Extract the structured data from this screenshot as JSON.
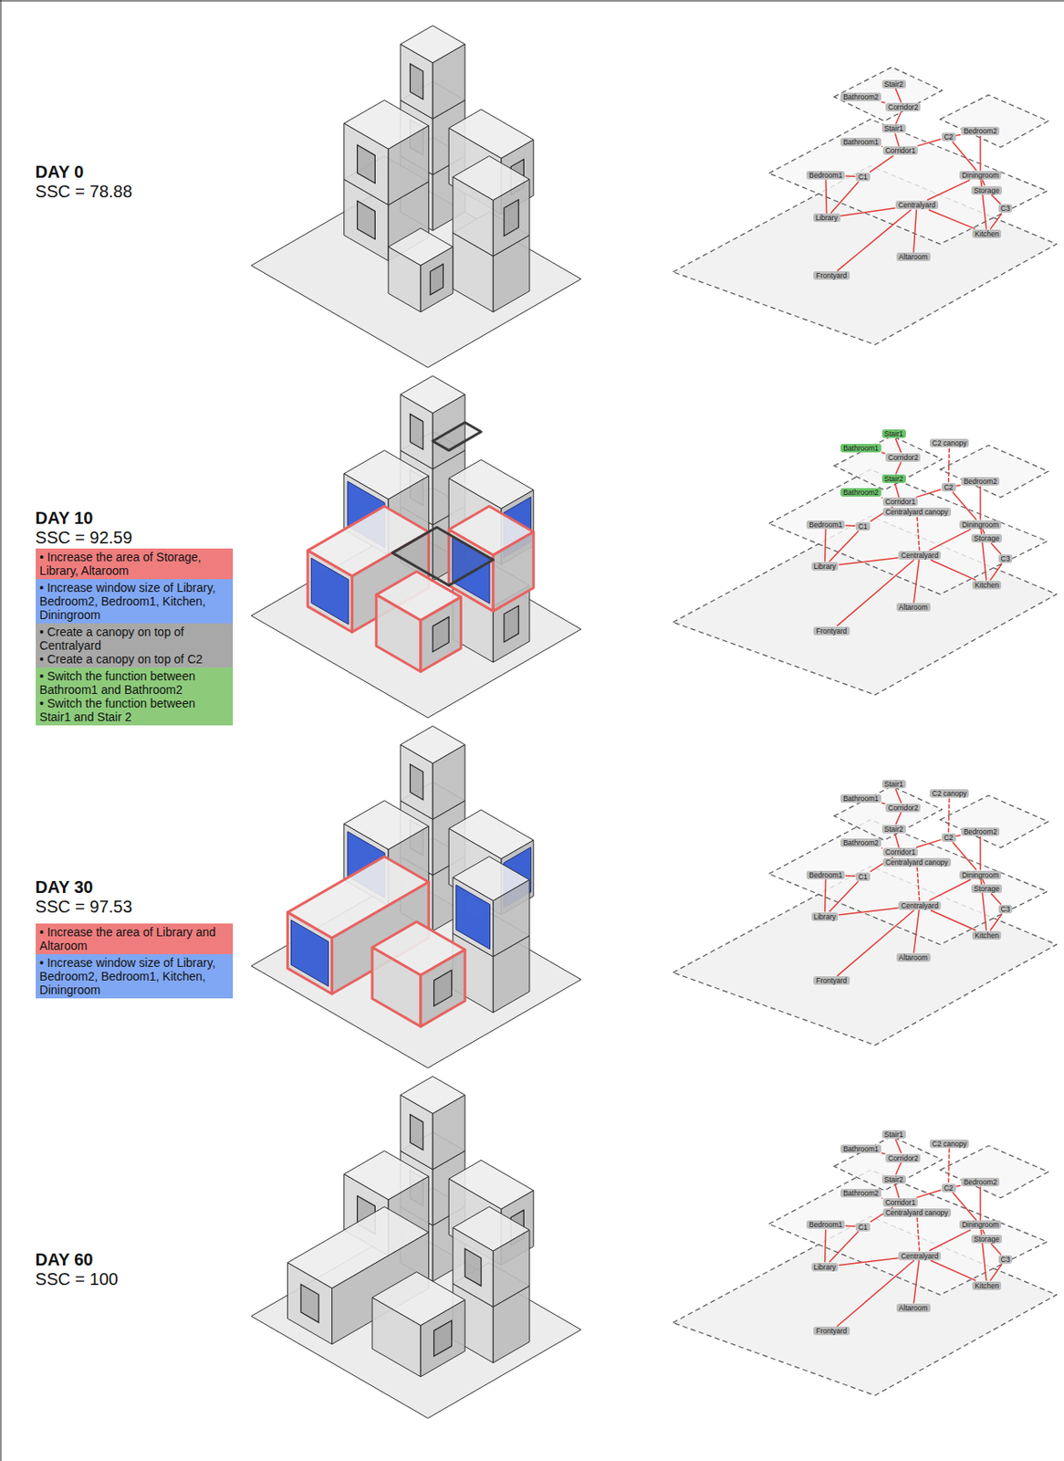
{
  "diagram": {
    "nodes": [
      {
        "text": [
          "Stair2"
        ]
      },
      {
        "text": [
          "Bathroom2"
        ]
      },
      {
        "text": [
          "Corridor2"
        ]
      },
      {
        "text": [
          "Stair1"
        ]
      },
      {
        "text": [
          "Bathroom1"
        ]
      },
      {
        "text": [
          "Corridor1"
        ]
      },
      {
        "text": [
          "C2"
        ]
      },
      {
        "text": [
          "Bedroom2"
        ]
      },
      {
        "text": [
          "Bedroom1"
        ]
      },
      {
        "text": [
          "C1"
        ]
      },
      {
        "text": [
          "Diningroom"
        ]
      },
      {
        "text": [
          "Storage"
        ]
      },
      {
        "text": [
          "C3"
        ]
      },
      {
        "text": [
          "Centralyard"
        ]
      },
      {
        "text": [
          "Library"
        ]
      },
      {
        "text": [
          "Kitchen"
        ]
      },
      {
        "text": [
          "Altaroom"
        ]
      },
      {
        "text": [
          "Frontyard"
        ]
      },
      {
        "text": [
          "• Increase the area of Storage, Library, Altaroom"
        ]
      },
      {
        "text": [
          "• Increase window size of Library, Bedroom2, Bedroom1, Kitchen, Diningroom"
        ]
      },
      {
        "text": [
          "• Create a canopy on top of Centralyard",
          "• Create a canopy on top of C2"
        ]
      },
      {
        "text": [
          "• Switch the function between Bathroom1 and Bathroom2",
          "• Switch the function between Stair1 and Stair 2"
        ]
      },
      {
        "text": [
          "Stair1"
        ]
      },
      {
        "text": [
          "Bathroom1"
        ]
      },
      {
        "text": [
          "Corridor2"
        ]
      },
      {
        "text": [
          "C2 canopy"
        ]
      },
      {
        "text": [
          "Stair2"
        ]
      },
      {
        "text": [
          "Bathroom2"
        ]
      },
      {
        "text": [
          "C2"
        ]
      },
      {
        "text": [
          "Bedroom2"
        ]
      },
      {
        "text": [
          "Corridor1"
        ]
      },
      {
        "text": [
          "Centralyard canopy"
        ]
      },
      {
        "text": [
          "Bedroom1"
        ]
      },
      {
        "text": [
          "C1"
        ]
      },
      {
        "text": [
          "Diningroom"
        ]
      },
      {
        "text": [
          "Storage"
        ]
      },
      {
        "text": [
          "Library"
        ]
      },
      {
        "text": [
          "Centralyard"
        ]
      },
      {
        "text": [
          "C3"
        ]
      },
      {
        "text": [
          "Kitchen"
        ]
      },
      {
        "text": [
          "Altaroom"
        ]
      },
      {
        "text": [
          "Frontyard"
        ]
      },
      {
        "text": [
          "• Increase the area of Library and Altaroom"
        ]
      },
      {
        "text": [
          "• Increase window size of Library, Bedroom2, Bedroom1, Kitchen, Diningroom"
        ]
      },
      {
        "text": [
          "Stair1"
        ]
      },
      {
        "text": [
          "Bathroom1"
        ]
      },
      {
        "text": [
          "Corridor2"
        ]
      },
      {
        "text": [
          "C2 canopy"
        ]
      },
      {
        "text": [
          "Stair2"
        ]
      },
      {
        "text": [
          "Bathroom2"
        ]
      },
      {
        "text": [
          "C2"
        ]
      },
      {
        "text": [
          "Bedroom2"
        ]
      },
      {
        "text": [
          "Corridor1"
        ]
      },
      {
        "text": [
          "Centralyard canopy"
        ]
      },
      {
        "text": [
          "Bedroom1"
        ]
      },
      {
        "text": [
          "C1"
        ]
      },
      {
        "text": [
          "Diningroom"
        ]
      },
      {
        "text": [
          "Storage"
        ]
      },
      {
        "text": [
          "Library"
        ]
      },
      {
        "text": [
          "Centralyard"
        ]
      },
      {
        "text": [
          "C3"
        ]
      },
      {
        "text": [
          "Kitchen"
        ]
      },
      {
        "text": [
          "Altaroom"
        ]
      },
      {
        "text": [
          "Frontyard"
        ]
      },
      {
        "text": [
          "Stair1"
        ]
      },
      {
        "text": [
          "Bathroom1"
        ]
      },
      {
        "text": [
          "Corridor2"
        ]
      },
      {
        "text": [
          "C2 canopy"
        ]
      },
      {
        "text": [
          "Stair2"
        ]
      },
      {
        "text": [
          "Bathroom2"
        ]
      },
      {
        "text": [
          "C2"
        ]
      },
      {
        "text": [
          "Bedroom2"
        ]
      },
      {
        "text": [
          "Corridor1"
        ]
      },
      {
        "text": [
          "Centralyard canopy"
        ]
      },
      {
        "text": [
          "Bedroom1"
        ]
      },
      {
        "text": [
          "C1"
        ]
      },
      {
        "text": [
          "Diningroom"
        ]
      },
      {
        "text": [
          "Storage"
        ]
      },
      {
        "text": [
          "Library"
        ]
      },
      {
        "text": [
          "Centralyard"
        ]
      },
      {
        "text": [
          "C3"
        ]
      },
      {
        "text": [
          "Kitchen"
        ]
      },
      {
        "text": [
          "Altaroom"
        ]
      },
      {
        "text": [
          "Frontyard"
        ]
      }
    ],
    "edges": [
      {
        "from": 0,
        "to": 2,
        "arrow": "none"
      },
      {
        "from": 1,
        "to": 2,
        "arrow": "none"
      },
      {
        "from": 2,
        "to": 3,
        "arrow": "none"
      },
      {
        "from": 3,
        "to": 5,
        "arrow": "none"
      },
      {
        "from": 4,
        "to": 5,
        "arrow": "none"
      },
      {
        "from": 5,
        "to": 6,
        "arrow": "none"
      },
      {
        "from": 6,
        "to": 7,
        "arrow": "none"
      },
      {
        "from": 6,
        "to": 10,
        "arrow": "none"
      },
      {
        "from": 5,
        "to": 9,
        "arrow": "none"
      },
      {
        "from": 8,
        "to": 9,
        "arrow": "none"
      },
      {
        "from": 8,
        "to": 14,
        "arrow": "none"
      },
      {
        "from": 9,
        "to": 14,
        "arrow": "none"
      },
      {
        "from": 14,
        "to": 13,
        "arrow": "none"
      },
      {
        "from": 13,
        "to": 10,
        "arrow": "none"
      },
      {
        "from": 7,
        "to": 10,
        "arrow": "none"
      },
      {
        "from": 10,
        "to": 11,
        "arrow": "none"
      },
      {
        "from": 11,
        "to": 12,
        "arrow": "none"
      },
      {
        "from": 12,
        "to": 15,
        "arrow": "none"
      },
      {
        "from": 10,
        "to": 15,
        "arrow": "none"
      },
      {
        "from": 13,
        "to": 15,
        "arrow": "none"
      },
      {
        "from": 13,
        "to": 16,
        "arrow": "none"
      },
      {
        "from": 13,
        "to": 17,
        "arrow": "none"
      },
      {
        "from": 22,
        "to": 24,
        "arrow": "none"
      },
      {
        "from": 23,
        "to": 24,
        "arrow": "none"
      },
      {
        "from": 24,
        "to": 26,
        "arrow": "none"
      },
      {
        "from": 26,
        "to": 30,
        "arrow": "none"
      },
      {
        "from": 27,
        "to": 30,
        "arrow": "none"
      },
      {
        "from": 30,
        "to": 28,
        "arrow": "none"
      },
      {
        "from": 25,
        "to": 28,
        "arrow": "none"
      },
      {
        "from": 28,
        "to": 29,
        "arrow": "none"
      },
      {
        "from": 29,
        "to": 34,
        "arrow": "none"
      },
      {
        "from": 28,
        "to": 34,
        "arrow": "none"
      },
      {
        "from": 30,
        "to": 33,
        "arrow": "none"
      },
      {
        "from": 32,
        "to": 33,
        "arrow": "none"
      },
      {
        "from": 32,
        "to": 36,
        "arrow": "none"
      },
      {
        "from": 33,
        "to": 36,
        "arrow": "none"
      },
      {
        "from": 31,
        "to": 37,
        "arrow": "none"
      },
      {
        "from": 36,
        "to": 37,
        "arrow": "none"
      },
      {
        "from": 37,
        "to": 34,
        "arrow": "none"
      },
      {
        "from": 34,
        "to": 35,
        "arrow": "none"
      },
      {
        "from": 35,
        "to": 38,
        "arrow": "none"
      },
      {
        "from": 38,
        "to": 39,
        "arrow": "none"
      },
      {
        "from": 34,
        "to": 39,
        "arrow": "none"
      },
      {
        "from": 37,
        "to": 39,
        "arrow": "none"
      },
      {
        "from": 37,
        "to": 40,
        "arrow": "none"
      },
      {
        "from": 37,
        "to": 41,
        "arrow": "none"
      },
      {
        "from": 44,
        "to": 46,
        "arrow": "none"
      },
      {
        "from": 45,
        "to": 46,
        "arrow": "none"
      },
      {
        "from": 46,
        "to": 48,
        "arrow": "none"
      },
      {
        "from": 48,
        "to": 52,
        "arrow": "none"
      },
      {
        "from": 49,
        "to": 52,
        "arrow": "none"
      },
      {
        "from": 52,
        "to": 50,
        "arrow": "none"
      },
      {
        "from": 47,
        "to": 50,
        "arrow": "none"
      },
      {
        "from": 50,
        "to": 51,
        "arrow": "none"
      },
      {
        "from": 51,
        "to": 56,
        "arrow": "none"
      },
      {
        "from": 50,
        "to": 56,
        "arrow": "none"
      },
      {
        "from": 52,
        "to": 55,
        "arrow": "none"
      },
      {
        "from": 54,
        "to": 55,
        "arrow": "none"
      },
      {
        "from": 54,
        "to": 58,
        "arrow": "none"
      },
      {
        "from": 55,
        "to": 58,
        "arrow": "none"
      },
      {
        "from": 53,
        "to": 59,
        "arrow": "none"
      },
      {
        "from": 58,
        "to": 59,
        "arrow": "none"
      },
      {
        "from": 59,
        "to": 56,
        "arrow": "none"
      },
      {
        "from": 56,
        "to": 57,
        "arrow": "none"
      },
      {
        "from": 57,
        "to": 60,
        "arrow": "none"
      },
      {
        "from": 60,
        "to": 61,
        "arrow": "none"
      },
      {
        "from": 56,
        "to": 61,
        "arrow": "none"
      },
      {
        "from": 59,
        "to": 61,
        "arrow": "none"
      },
      {
        "from": 59,
        "to": 62,
        "arrow": "none"
      },
      {
        "from": 59,
        "to": 63,
        "arrow": "none"
      },
      {
        "from": 64,
        "to": 66,
        "arrow": "none"
      },
      {
        "from": 65,
        "to": 66,
        "arrow": "none"
      },
      {
        "from": 66,
        "to": 68,
        "arrow": "none"
      },
      {
        "from": 68,
        "to": 72,
        "arrow": "none"
      },
      {
        "from": 69,
        "to": 72,
        "arrow": "none"
      },
      {
        "from": 72,
        "to": 70,
        "arrow": "none"
      },
      {
        "from": 67,
        "to": 70,
        "arrow": "none"
      },
      {
        "from": 70,
        "to": 71,
        "arrow": "none"
      },
      {
        "from": 71,
        "to": 76,
        "arrow": "none"
      },
      {
        "from": 70,
        "to": 76,
        "arrow": "none"
      },
      {
        "from": 72,
        "to": 75,
        "arrow": "none"
      },
      {
        "from": 74,
        "to": 75,
        "arrow": "none"
      },
      {
        "from": 74,
        "to": 78,
        "arrow": "none"
      },
      {
        "from": 75,
        "to": 78,
        "arrow": "none"
      },
      {
        "from": 73,
        "to": 79,
        "arrow": "none"
      },
      {
        "from": 78,
        "to": 79,
        "arrow": "none"
      },
      {
        "from": 79,
        "to": 76,
        "arrow": "none"
      },
      {
        "from": 76,
        "to": 77,
        "arrow": "none"
      },
      {
        "from": 77,
        "to": 80,
        "arrow": "none"
      },
      {
        "from": 80,
        "to": 81,
        "arrow": "none"
      },
      {
        "from": 76,
        "to": 81,
        "arrow": "none"
      },
      {
        "from": 79,
        "to": 81,
        "arrow": "none"
      },
      {
        "from": 79,
        "to": 82,
        "arrow": "none"
      },
      {
        "from": 79,
        "to": 83,
        "arrow": "none"
      }
    ],
    "labels": [
      "DAY 0",
      "SSC = 78.88",
      "DAY 10",
      "SSC = 92.59",
      "DAY 30",
      "SSC = 97.53",
      "DAY 60",
      "SSC = 100"
    ]
  }
}
